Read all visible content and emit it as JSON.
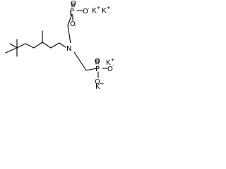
{
  "structure": {
    "atoms": {
      "nitrogen": "N",
      "phosphorus": "P",
      "oxygen": "O"
    },
    "charges": {
      "cation": "+",
      "anion": "-"
    },
    "counterions": {
      "potassium": "K"
    }
  }
}
